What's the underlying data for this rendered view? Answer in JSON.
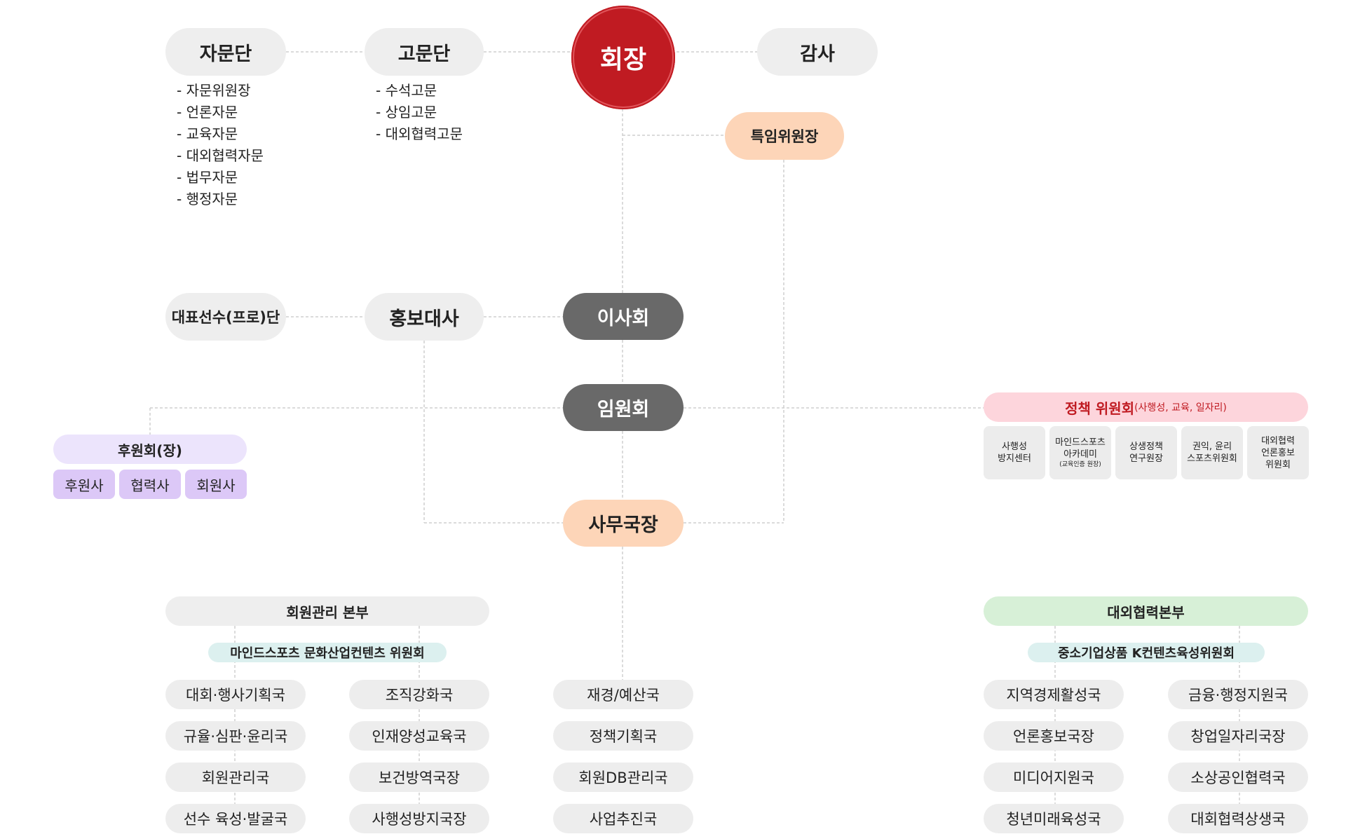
{
  "top": {
    "advisory": "자문단",
    "counsel": "고문단",
    "president": "회장",
    "audit": "감사",
    "special": "특임위원장"
  },
  "advisory_list": [
    "자문위원장",
    "언론자문",
    "교육자문",
    "대외협력자문",
    "법무자문",
    "행정자문"
  ],
  "counsel_list": [
    "수석고문",
    "상임고문",
    "대외협력고문"
  ],
  "mid": {
    "players": "대표선수(프로)단",
    "ambassador": "홍보대사",
    "board": "이사회",
    "executives": "임원회",
    "secretary_general": "사무국장"
  },
  "sponsors": {
    "head": "후원회(장)",
    "items": [
      "후원사",
      "협력사",
      "회원사"
    ]
  },
  "policy": {
    "head": "정책 위원회",
    "head_note": "(사행성, 교육, 일자리)",
    "items": [
      {
        "line1": "사행성",
        "line2": "방지센터",
        "note": ""
      },
      {
        "line1": "마인드스포츠",
        "line2": "아카데미",
        "note": "(교육인증 원장)"
      },
      {
        "line1": "상생정책",
        "line2": "연구원장",
        "note": ""
      },
      {
        "line1": "권익, 윤리",
        "line2": "스포츠위원회",
        "note": ""
      },
      {
        "line1": "대외협력",
        "line2": "언론홍보",
        "note": "위원회"
      }
    ]
  },
  "member_hq": {
    "head": "회원관리 본부",
    "committee": "마인드스포츠 문화산업컨텐츠 위원회",
    "col1": [
      "대회·행사기획국",
      "규율·심판·윤리국",
      "회원관리국",
      "선수 육성·발굴국"
    ],
    "col2": [
      "조직강화국",
      "인재양성교육국",
      "보건방역국장",
      "사행성방지국장"
    ]
  },
  "center_col": [
    "재경/예산국",
    "정책기획국",
    "회원DB관리국",
    "사업추진국"
  ],
  "external_hq": {
    "head": "대외협력본부",
    "committee": "중소기업상품 K컨텐츠육성위원회",
    "col1": [
      "지역경제활성국",
      "언론홍보국장",
      "미디어지원국",
      "청년미래육성국"
    ],
    "col2": [
      "금융·행정지원국",
      "창업일자리국장",
      "소상공인협력국",
      "대회협력상생국"
    ]
  },
  "colors": {
    "president": "#c01b22",
    "dark": "#696969",
    "peach": "#fdd5b8",
    "grey": "#eeeeee",
    "purple": "#dcc8f7",
    "pink": "#fdd5dc",
    "green": "#d7f0d7",
    "teal": "#dcf0ef"
  }
}
